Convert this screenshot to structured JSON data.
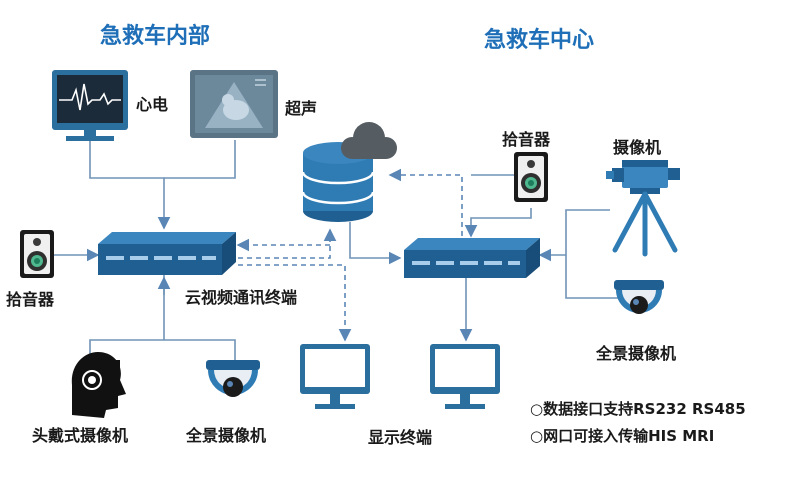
{
  "colors": {
    "line": "#6f93b6",
    "dashed": "#5a86b6",
    "blue_dark": "#1f5f92",
    "blue_mid": "#2f7cb5",
    "monitor_blue": "#2b6f9f",
    "title_blue": "#1e6fb8"
  },
  "sections": {
    "ambulance_inside": "急救车内部",
    "ambulance_center": "急救车中心"
  },
  "devices": {
    "ecg": "心电",
    "ultrasound": "超声",
    "pickup_left": "拾音器",
    "pickup_right": "拾音器",
    "camera": "摄像机",
    "panoramic_right": "全景摄像机",
    "cloud_terminal": "云视频通讯终端",
    "head_camera": "头戴式摄像机",
    "panoramic_bottom": "全景摄像机",
    "display_terminal": "显示终端"
  },
  "notes": {
    "line1": "○数据接口支持RS232 RS485",
    "line2": "○网口可接入传输HIS MRI"
  },
  "icons": [
    "ecg-monitor-icon",
    "ultrasound-monitor-icon",
    "speaker-icon",
    "database-icon",
    "cloud-icon",
    "switch-icon",
    "camera-icon",
    "tripod-icon",
    "dome-camera-icon",
    "head-camera-icon",
    "display-monitor-icon"
  ]
}
